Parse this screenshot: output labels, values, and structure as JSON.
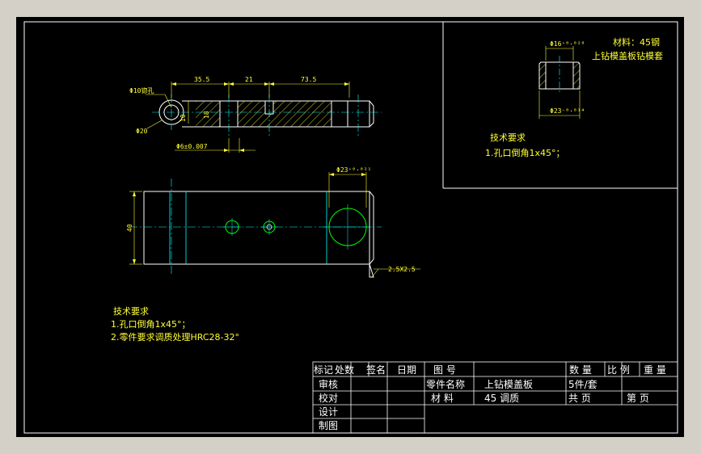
{
  "colors": {
    "frame_bg": "#d4d0c8",
    "paper": "#000000",
    "outline": "#ffffff",
    "dimension": "#ffff33",
    "centerline": "#00ffff",
    "part": "#00ff00"
  },
  "icons": [
    "drawing-frame",
    "hatch-pattern",
    "title-block-grid"
  ],
  "top_view": {
    "dims": {
      "d1": "35.5",
      "d2": "21",
      "d3": "73.5",
      "hole_label": "Φ10锪孔",
      "d20": "Φ20",
      "d10": "10",
      "d18": "18",
      "tol": "Φ6±0.007"
    }
  },
  "front_view": {
    "dims": {
      "d_circle": "Φ23⁺⁰·⁰²¹",
      "d_height": "40",
      "chamfer": "2.5X2.5"
    }
  },
  "detail": {
    "material": "材料：45钢",
    "part_name": "上钻模盖板钻模套",
    "top_dim": "Φ16⁺⁰·⁰²⁸",
    "bottom_dim": "Φ23⁻⁰·⁰¹⁴",
    "notes_title": "技术要求",
    "notes": [
      "1.孔口倒角1x45°；"
    ]
  },
  "main_notes": {
    "title": "技术要求",
    "lines": [
      "1.孔口倒角1x45°；",
      "2.零件要求调质处理HRC28-32°"
    ]
  },
  "title_block": {
    "left_header": [
      "标记",
      "处数",
      "签名",
      "日期"
    ],
    "left_rows": [
      "审核",
      "校对",
      "设计",
      "制图"
    ],
    "figure_no_label": "图 号",
    "part_name_label": "零件名称",
    "part_name": "上钻模盖板",
    "material_label": "材 料",
    "material_value": "45 调质",
    "qty_label": "数 量",
    "scale_label": "比 例",
    "weight_label": "重 量",
    "qty_value": "5件/套",
    "total_pages": "共  页",
    "page_no": "第  页"
  }
}
